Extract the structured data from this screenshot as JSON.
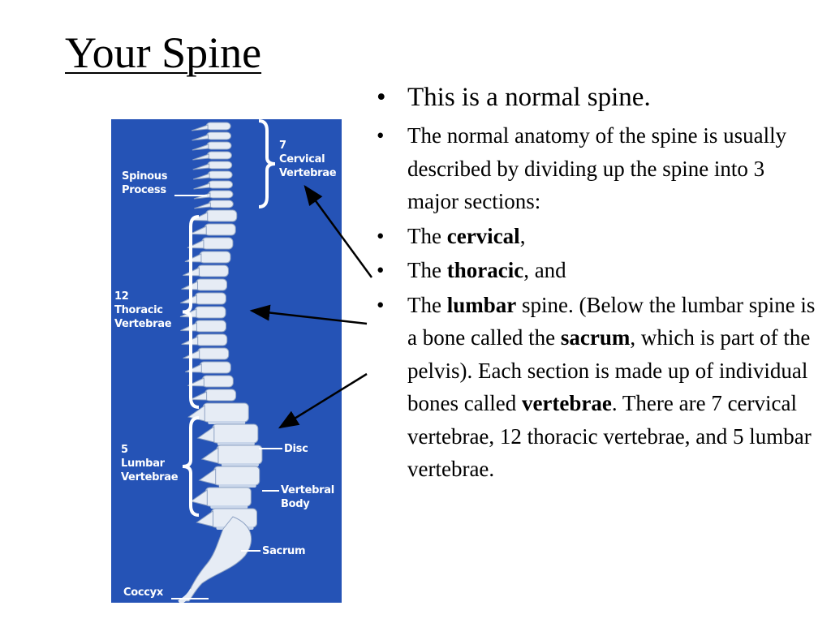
{
  "title": "Your Spine",
  "figure": {
    "labels": {
      "cervical": "7\nCervical\nVertebrae",
      "spinous": "Spinous\nProcess",
      "thoracic": "12\nThoracic\nVertebrae",
      "lumbar": "5\nLumbar\nVertebrae",
      "disc": "Disc",
      "vertebral_body": "Vertebral\nBody",
      "sacrum": "Sacrum",
      "coccyx": "Coccyx"
    },
    "colors": {
      "background": "#2553b6",
      "bone": "#e6ecf5",
      "bone_shadow": "#8fa3c4",
      "label": "#ffffff"
    }
  },
  "bullets": {
    "b1": "This is a normal spine.",
    "b2": "The normal anatomy of the spine is usually described by dividing up the spine into 3 major sections:",
    "b3": {
      "pre": "The ",
      "bold": "cervical",
      "post": ","
    },
    "b4": {
      "pre": "The ",
      "bold": "thoracic",
      "post": ", and"
    },
    "b5": {
      "t1": "The ",
      "b1": "lumbar",
      "t2": " spine. (Below the lumbar spine is a bone called the ",
      "b2": "sacrum",
      "t3": ", which is part of the pelvis). Each section is made up of individual bones called ",
      "b3": "vertebrae",
      "t4": ". There are 7 cervical vertebrae, 12 thoracic vertebrae, and 5 lumbar vertebrae."
    },
    "marker": "•"
  }
}
